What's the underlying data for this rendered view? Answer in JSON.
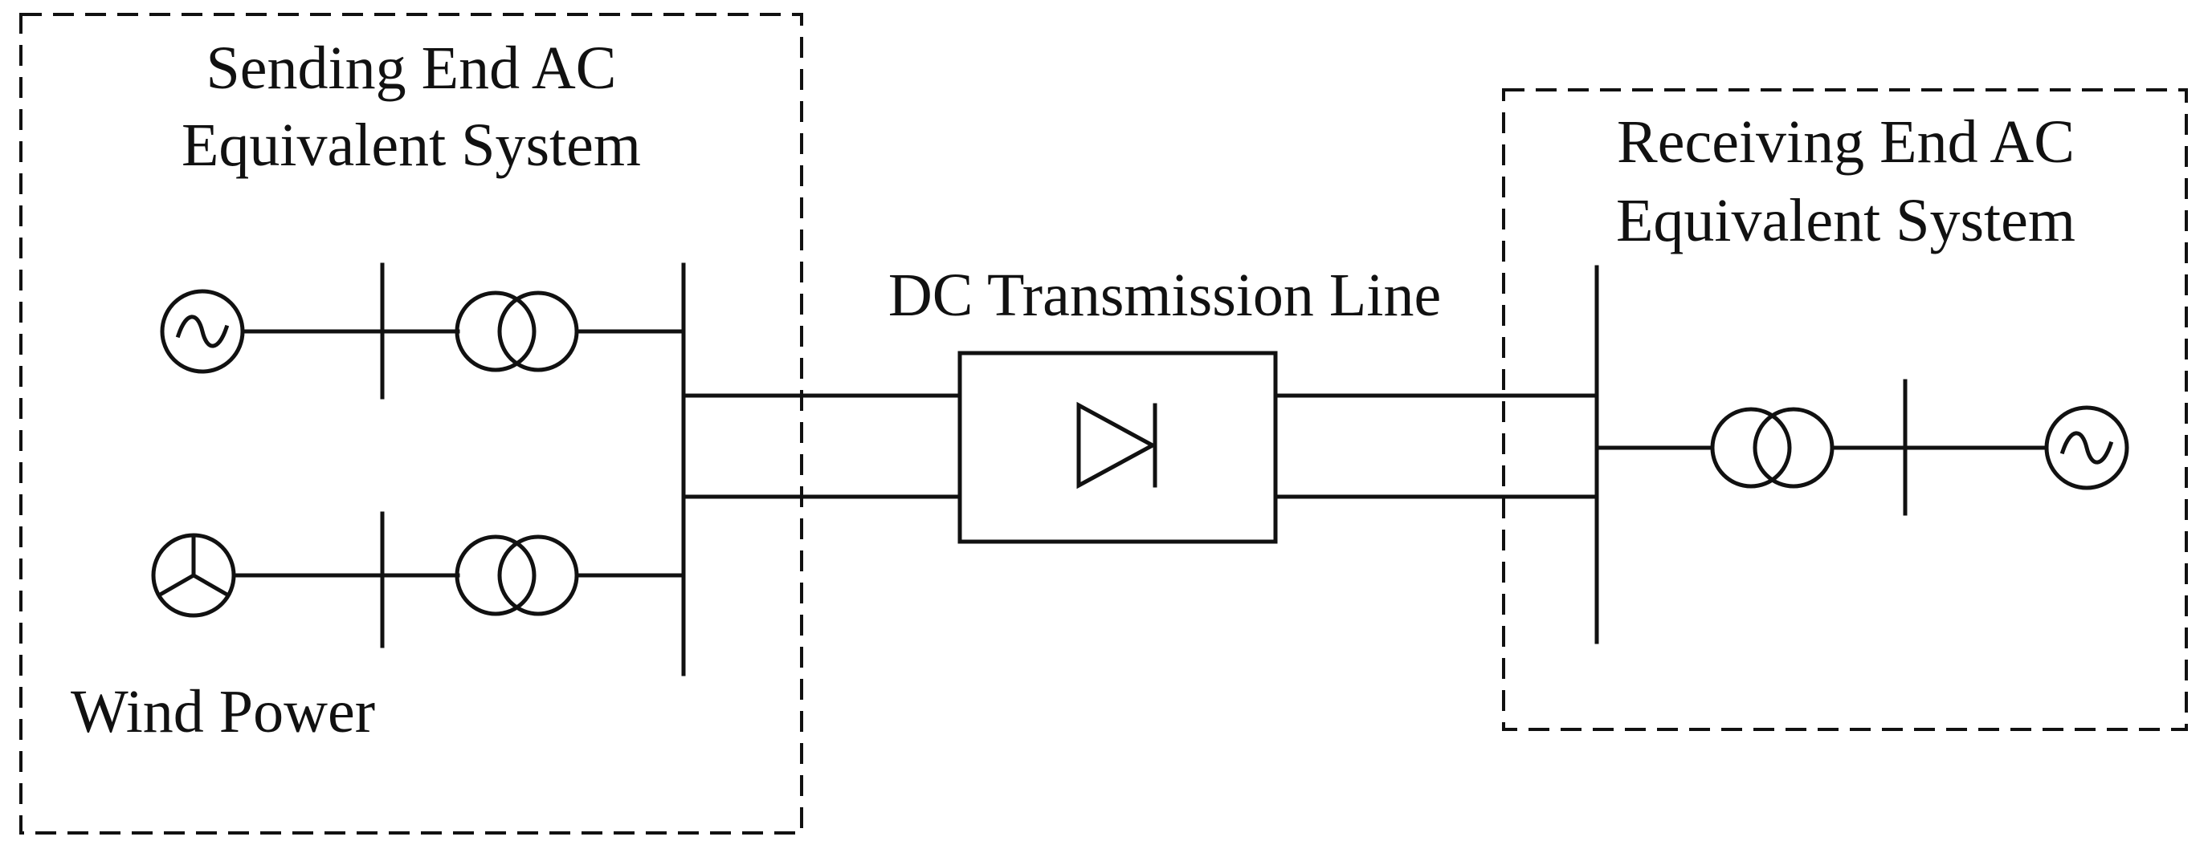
{
  "diagram": {
    "sending": {
      "title_line1": "Sending End AC",
      "title_line2": "Equivalent System",
      "wind_label": "Wind Power"
    },
    "dc": {
      "title": "DC Transmission Line"
    },
    "receiving": {
      "title_line1": "Receiving End AC",
      "title_line2": "Equivalent System"
    }
  },
  "colors": {
    "stroke": "#111111",
    "background": "#ffffff"
  },
  "icons": [
    "ac-generator-icon",
    "wind-turbine-icon",
    "transformer-icon",
    "diode-icon",
    "bus-bar"
  ]
}
